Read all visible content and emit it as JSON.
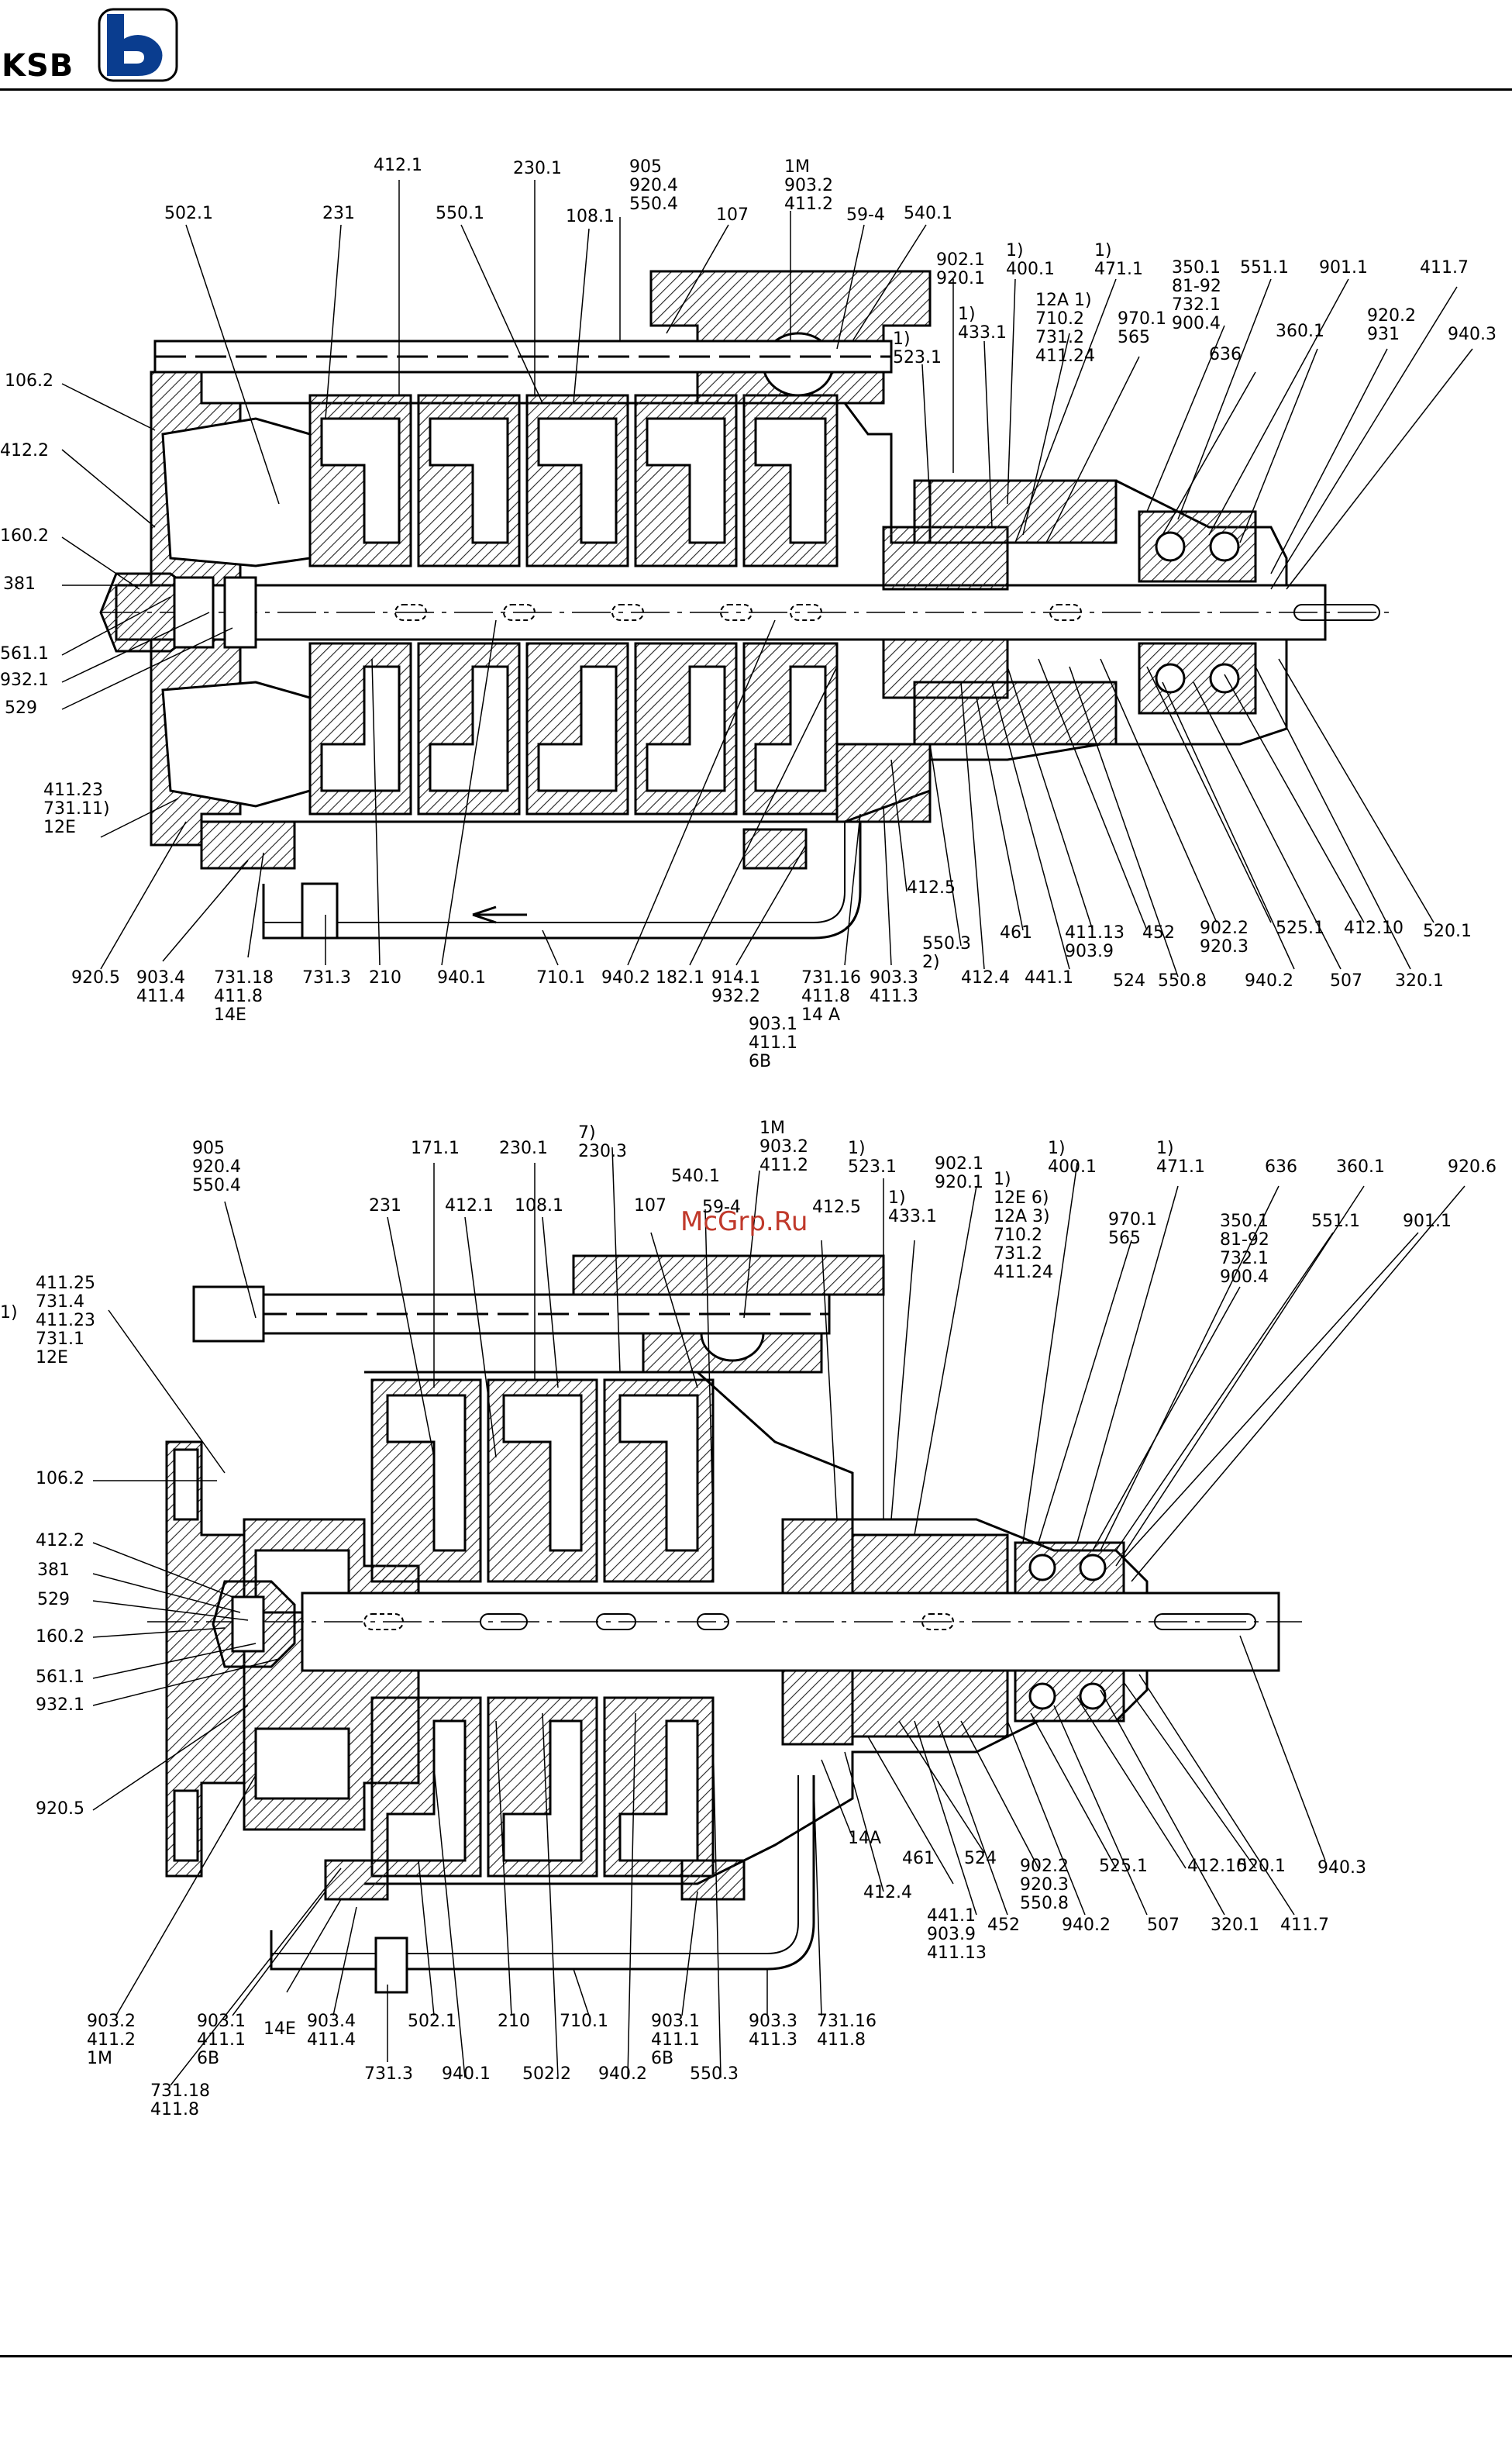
{
  "brand": {
    "name": "KSB"
  },
  "watermark": "McGrp.Ru",
  "colors": {
    "ink": "#000000",
    "hatch": "#222222",
    "watermark": "#c0392b"
  },
  "top_labels": [
    {
      "id": "t1",
      "text": "412.1"
    },
    {
      "id": "t2",
      "text": "230.1"
    },
    {
      "id": "t3",
      "text": "905\n920.4\n550.4"
    },
    {
      "id": "t4",
      "text": "1M\n903.2\n411.2"
    },
    {
      "id": "t5",
      "text": "502.1"
    },
    {
      "id": "t6",
      "text": "231"
    },
    {
      "id": "t7",
      "text": "550.1"
    },
    {
      "id": "t8",
      "text": "108.1"
    },
    {
      "id": "t9",
      "text": "107"
    },
    {
      "id": "t10",
      "text": "59-4"
    },
    {
      "id": "t11",
      "text": "540.1"
    },
    {
      "id": "t12",
      "text": "902.1\n920.1"
    },
    {
      "id": "t13",
      "text": "1)\n400.1"
    },
    {
      "id": "t14",
      "text": "1)\n471.1"
    },
    {
      "id": "t15",
      "text": "350.1\n81-92\n732.1\n900.4"
    },
    {
      "id": "t16",
      "text": "551.1"
    },
    {
      "id": "t17",
      "text": "901.1"
    },
    {
      "id": "t18",
      "text": "411.7"
    },
    {
      "id": "t19",
      "text": "12A 1)\n710.2\n731.2\n411.24"
    },
    {
      "id": "t20",
      "text": "970.1\n565"
    },
    {
      "id": "t21",
      "text": "1)\n433.1"
    },
    {
      "id": "t22",
      "text": "1)\n523.1"
    },
    {
      "id": "t23",
      "text": "636"
    },
    {
      "id": "t24",
      "text": "360.1"
    },
    {
      "id": "t25",
      "text": "920.2\n931"
    },
    {
      "id": "t26",
      "text": "940.3"
    },
    {
      "id": "t27",
      "text": "106.2"
    },
    {
      "id": "t28",
      "text": "412.2"
    },
    {
      "id": "t29",
      "text": "160.2"
    },
    {
      "id": "t30",
      "text": "381"
    },
    {
      "id": "t31",
      "text": "561.1"
    },
    {
      "id": "t32",
      "text": "932.1"
    },
    {
      "id": "t33",
      "text": "529"
    },
    {
      "id": "t34",
      "text": "411.23\n731.11)\n12E"
    },
    {
      "id": "t35",
      "text": "920.5"
    },
    {
      "id": "t36",
      "text": "903.4\n411.4"
    },
    {
      "id": "t37",
      "text": "731.18\n411.8\n14E"
    },
    {
      "id": "t38",
      "text": "731.3"
    },
    {
      "id": "t39",
      "text": "210"
    },
    {
      "id": "t40",
      "text": "940.1"
    },
    {
      "id": "t41",
      "text": "710.1"
    },
    {
      "id": "t42",
      "text": "940.2"
    },
    {
      "id": "t43",
      "text": "182.1"
    },
    {
      "id": "t44",
      "text": "914.1\n932.2"
    },
    {
      "id": "t45",
      "text": "903.1\n411.1\n6B"
    },
    {
      "id": "t46",
      "text": "731.16\n411.8\n14 A"
    },
    {
      "id": "t47",
      "text": "903.3\n411.3"
    },
    {
      "id": "t48",
      "text": "412.5"
    },
    {
      "id": "t49",
      "text": "550.3\n2)"
    },
    {
      "id": "t50",
      "text": "412.4"
    },
    {
      "id": "t51",
      "text": "461"
    },
    {
      "id": "t52",
      "text": "441.1"
    },
    {
      "id": "t53",
      "text": "411.13\n903.9"
    },
    {
      "id": "t54",
      "text": "452"
    },
    {
      "id": "t55",
      "text": "524"
    },
    {
      "id": "t56",
      "text": "902.2\n920.3"
    },
    {
      "id": "t57",
      "text": "550.8"
    },
    {
      "id": "t58",
      "text": "525.1"
    },
    {
      "id": "t59",
      "text": "940.2"
    },
    {
      "id": "t60",
      "text": "412.10"
    },
    {
      "id": "t61",
      "text": "507"
    },
    {
      "id": "t62",
      "text": "520.1"
    },
    {
      "id": "t63",
      "text": "320.1"
    }
  ],
  "bottom_labels": [
    {
      "id": "b1",
      "text": "905\n920.4\n550.4"
    },
    {
      "id": "b2",
      "text": "171.1"
    },
    {
      "id": "b3",
      "text": "230.1"
    },
    {
      "id": "b4",
      "text": "7)\n230.3"
    },
    {
      "id": "b5",
      "text": "1M\n903.2\n411.2"
    },
    {
      "id": "b6",
      "text": "540.1"
    },
    {
      "id": "b7",
      "text": "59-4"
    },
    {
      "id": "b8",
      "text": "412.5"
    },
    {
      "id": "b9",
      "text": "1)\n523.1"
    },
    {
      "id": "b10",
      "text": "902.1\n920.1"
    },
    {
      "id": "b11",
      "text": "1)\n12E 6)\n12A 3)\n710.2\n731.2\n411.24"
    },
    {
      "id": "b12",
      "text": "1)\n400.1"
    },
    {
      "id": "b13",
      "text": "1)\n471.1"
    },
    {
      "id": "b14",
      "text": "636"
    },
    {
      "id": "b15",
      "text": "360.1"
    },
    {
      "id": "b16",
      "text": "920.6"
    },
    {
      "id": "b17",
      "text": "231"
    },
    {
      "id": "b18",
      "text": "412.1"
    },
    {
      "id": "b19",
      "text": "108.1"
    },
    {
      "id": "b20",
      "text": "107"
    },
    {
      "id": "b21",
      "text": "1)\n433.1"
    },
    {
      "id": "b22",
      "text": "970.1\n565"
    },
    {
      "id": "b23",
      "text": "350.1\n81-92\n732.1\n900.4"
    },
    {
      "id": "b24",
      "text": "551.1"
    },
    {
      "id": "b25",
      "text": "901.1"
    },
    {
      "id": "b26",
      "text": "411.25\n731.4\n411.23\n731.1\n12E"
    },
    {
      "id": "b26a",
      "text": "1)"
    },
    {
      "id": "b27",
      "text": "106.2"
    },
    {
      "id": "b28",
      "text": "412.2"
    },
    {
      "id": "b29",
      "text": "381"
    },
    {
      "id": "b30",
      "text": "529"
    },
    {
      "id": "b31",
      "text": "160.2"
    },
    {
      "id": "b32",
      "text": "561.1"
    },
    {
      "id": "b33",
      "text": "932.1"
    },
    {
      "id": "b34",
      "text": "920.5"
    },
    {
      "id": "b35",
      "text": "903.2\n411.2\n1M"
    },
    {
      "id": "b36",
      "text": "731.18\n411.8"
    },
    {
      "id": "b37",
      "text": "903.1\n411.1\n6B"
    },
    {
      "id": "b38",
      "text": "14E"
    },
    {
      "id": "b39",
      "text": "903.4\n411.4"
    },
    {
      "id": "b40",
      "text": "731.3"
    },
    {
      "id": "b41",
      "text": "502.1"
    },
    {
      "id": "b42",
      "text": "940.1"
    },
    {
      "id": "b43",
      "text": "210"
    },
    {
      "id": "b44",
      "text": "502.2"
    },
    {
      "id": "b45",
      "text": "710.1"
    },
    {
      "id": "b46",
      "text": "940.2"
    },
    {
      "id": "b47",
      "text": "903.1\n411.1\n6B"
    },
    {
      "id": "b48",
      "text": "550.3"
    },
    {
      "id": "b49",
      "text": "903.3\n411.3"
    },
    {
      "id": "b50",
      "text": "731.16\n411.8"
    },
    {
      "id": "b51",
      "text": "14A"
    },
    {
      "id": "b52",
      "text": "412.4"
    },
    {
      "id": "b53",
      "text": "461"
    },
    {
      "id": "b54",
      "text": "441.1\n903.9\n411.13"
    },
    {
      "id": "b55",
      "text": "452"
    },
    {
      "id": "b56",
      "text": "524"
    },
    {
      "id": "b57",
      "text": "902.2\n920.3\n550.8"
    },
    {
      "id": "b58",
      "text": "940.2"
    },
    {
      "id": "b59",
      "text": "525.1"
    },
    {
      "id": "b60",
      "text": "507"
    },
    {
      "id": "b61",
      "text": "412.10"
    },
    {
      "id": "b62",
      "text": "320.1"
    },
    {
      "id": "b63",
      "text": "520.1"
    },
    {
      "id": "b64",
      "text": "411.7"
    },
    {
      "id": "b65",
      "text": "940.3"
    }
  ]
}
